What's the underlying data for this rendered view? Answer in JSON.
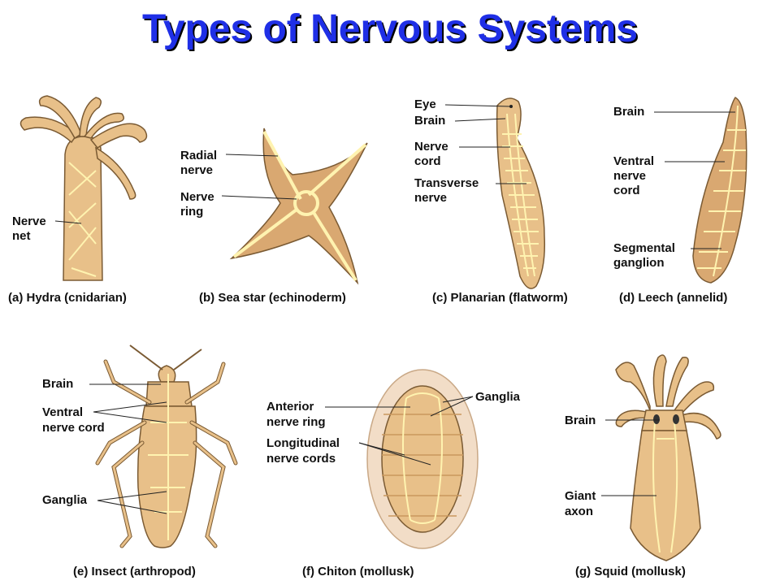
{
  "title": "Types of Nervous Systems",
  "panels": {
    "a": {
      "caption": "(a) Hydra (cnidarian)",
      "labels": [
        "Nerve",
        "net"
      ]
    },
    "b": {
      "caption": "(b) Sea star (echinoderm)",
      "labels": [
        "Radial",
        "nerve",
        "Nerve",
        "ring"
      ]
    },
    "c": {
      "caption": "(c) Planarian (flatworm)",
      "labels": [
        "Eye",
        "Brain",
        "Nerve",
        "cord",
        "Transverse",
        "nerve"
      ]
    },
    "d": {
      "caption": "(d) Leech (annelid)",
      "labels": [
        "Brain",
        "Ventral",
        "nerve",
        "cord",
        "Segmental",
        "ganglion"
      ]
    },
    "e": {
      "caption": "(e) Insect (arthropod)",
      "labels": [
        "Brain",
        "Ventral",
        "nerve cord",
        "Ganglia"
      ]
    },
    "f": {
      "caption": "(f) Chiton (mollusk)",
      "labels": [
        "Ganglia",
        "Anterior",
        "nerve ring",
        "Longitudinal",
        "nerve cords"
      ]
    },
    "g": {
      "caption": "(g) Squid (mollusk)",
      "labels": [
        "Brain",
        "Giant",
        "axon"
      ]
    }
  },
  "colors": {
    "title": "#1f2fe6",
    "organism": "#e8c089",
    "nerve": "#fff3b0"
  }
}
